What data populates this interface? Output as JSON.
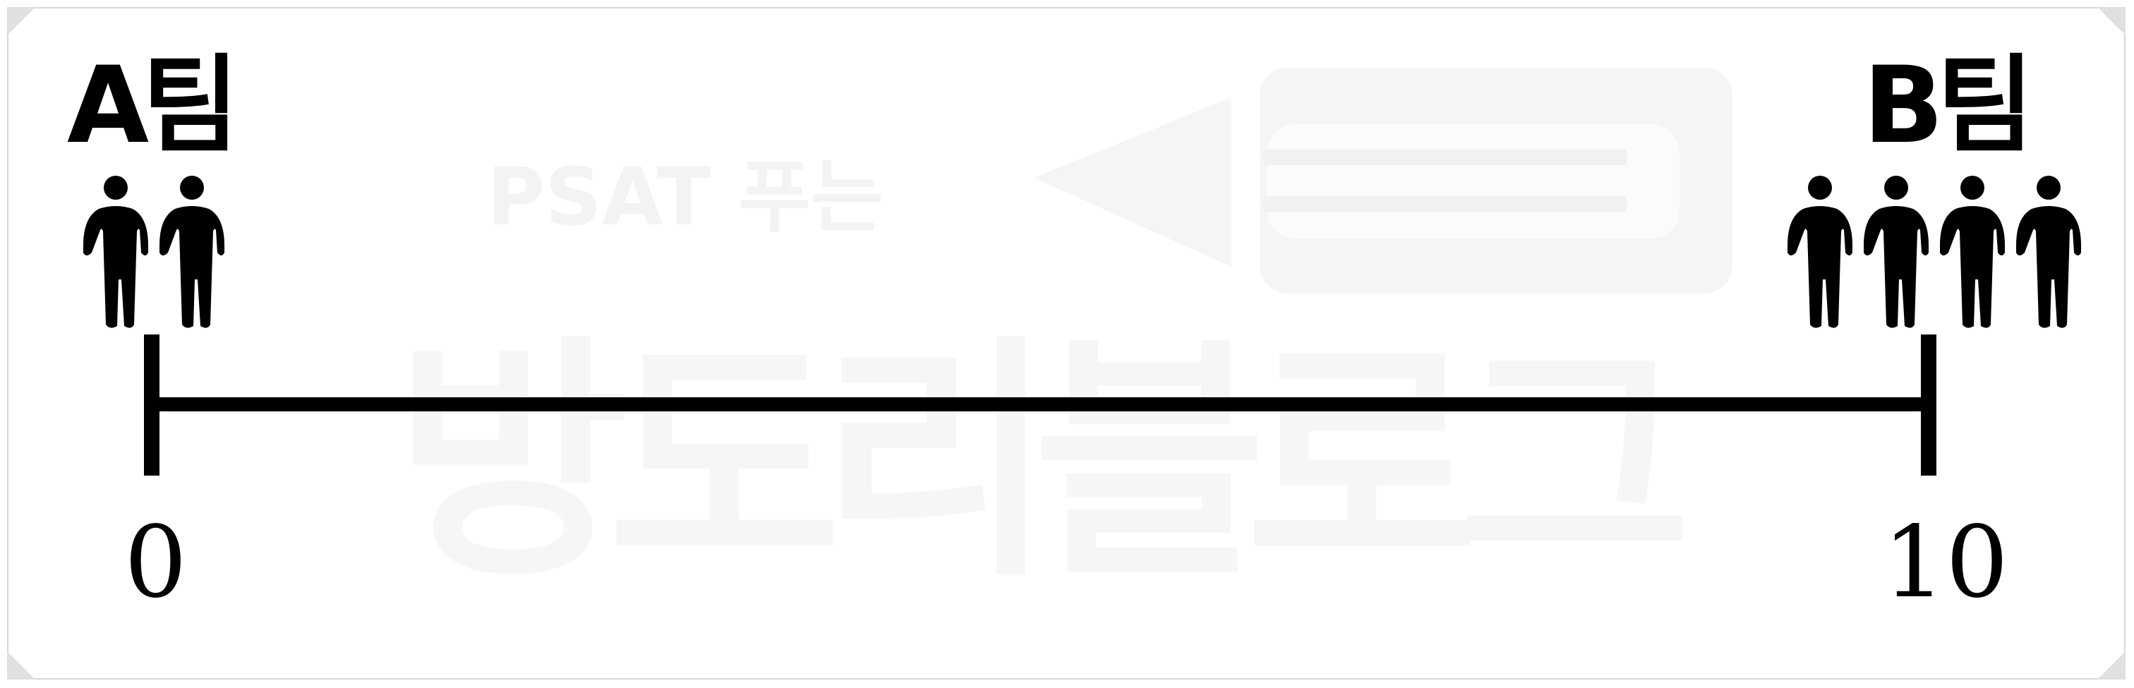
{
  "team_a": {
    "label": "A팀",
    "count": 2,
    "position": 0
  },
  "team_b": {
    "label": "B팀",
    "count": 4,
    "position": 10
  },
  "axis": {
    "min_label": "0",
    "max_label": "10"
  },
  "watermark": {
    "line1": "PSAT 푸는",
    "line2": "방도리블로그"
  },
  "colors": {
    "ink": "#000000",
    "watermark": "#f4f4f4",
    "border": "#d6d6d6"
  },
  "icons": [
    "person-icon",
    "pencil-watermark-icon"
  ]
}
